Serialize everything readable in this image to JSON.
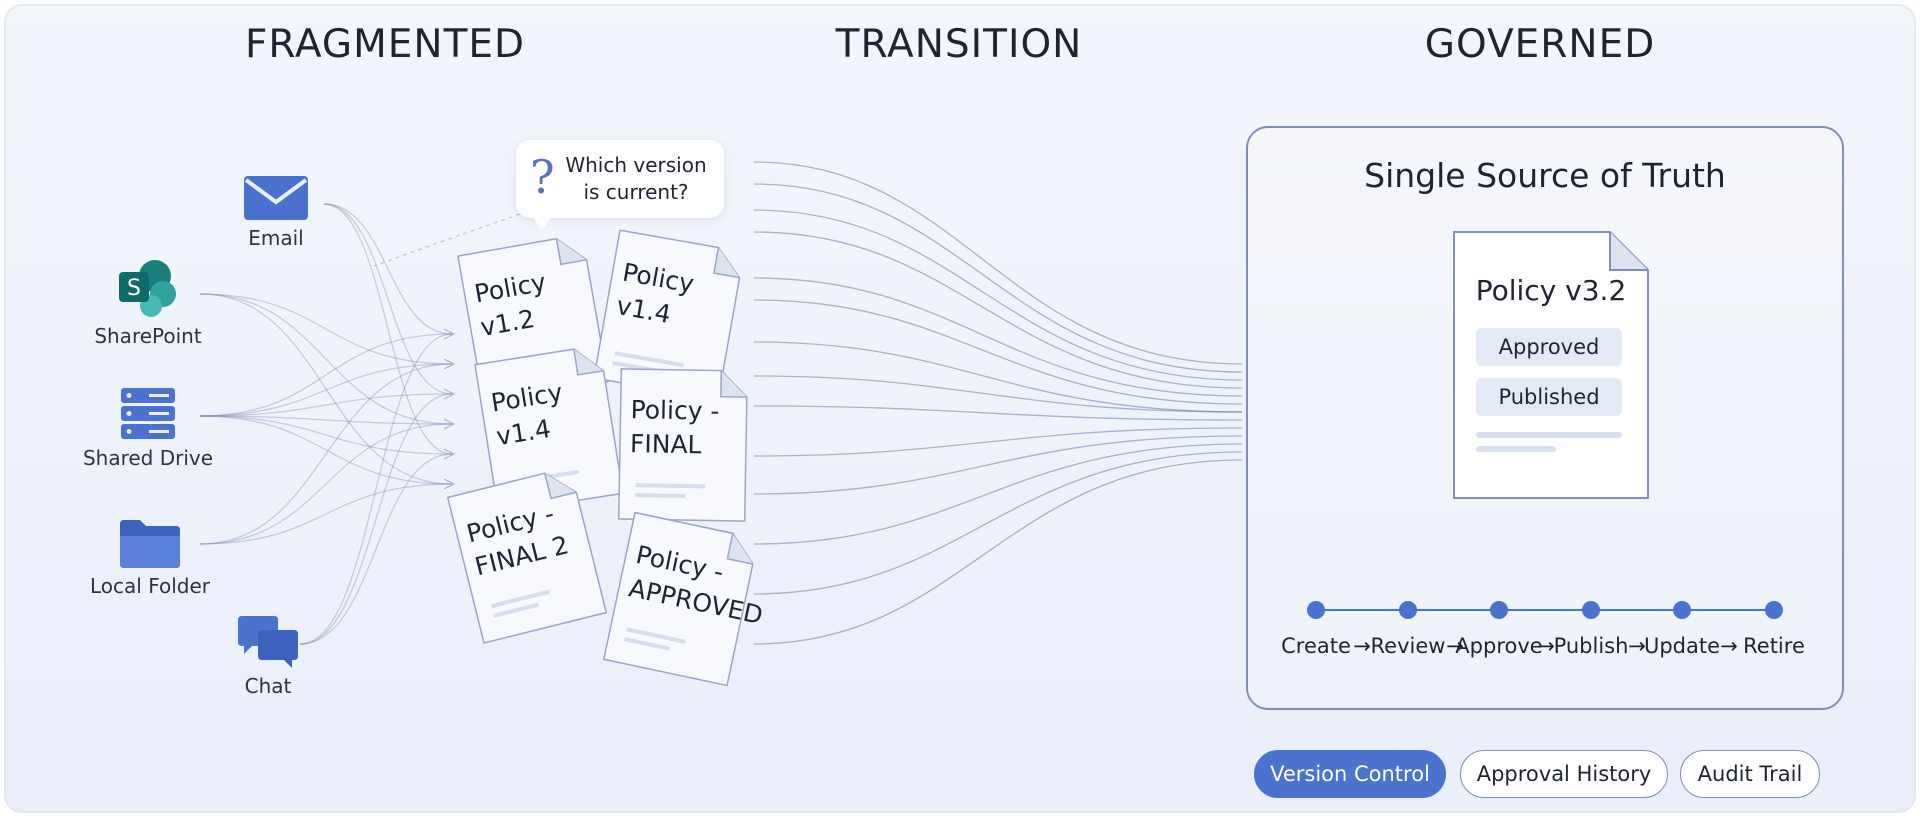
{
  "sections": {
    "fragmented": "FRAGMENTED",
    "transition": "TRANSITION",
    "governed": "GOVERNED"
  },
  "sources": [
    {
      "label": "Email",
      "icon": "envelope-icon"
    },
    {
      "label": "SharePoint",
      "icon": "sharepoint-icon"
    },
    {
      "label": "Shared Drive",
      "icon": "server-stack-icon"
    },
    {
      "label": "Local Folder",
      "icon": "folder-icon"
    },
    {
      "label": "Chat",
      "icon": "chat-bubbles-icon"
    }
  ],
  "question": {
    "mark": "?",
    "text": "Which version is current?"
  },
  "documents": [
    {
      "label": "Policy v1.2"
    },
    {
      "label": "Policy v1.4"
    },
    {
      "label": "Policy v1.4"
    },
    {
      "label": "Policy - FINAL"
    },
    {
      "label": "Policy - FINAL 2"
    },
    {
      "label": "Policy - APPROVED"
    }
  ],
  "governed": {
    "panel_title": "Single Source of Truth",
    "document_title": "Policy v3.2",
    "badges": [
      "Approved",
      "Published"
    ],
    "lifecycle": [
      "Create",
      "Review",
      "Approve",
      "Publish",
      "Update",
      "Retire"
    ],
    "arrow": "→"
  },
  "chips": [
    {
      "label": "Version Control",
      "active": true
    },
    {
      "label": "Approval History",
      "active": false
    },
    {
      "label": "Audit Trail",
      "active": false
    }
  ],
  "colors": {
    "accent": "#4a72cf",
    "line": "#6c7aa6",
    "panel_border": "#7f8fb8"
  }
}
